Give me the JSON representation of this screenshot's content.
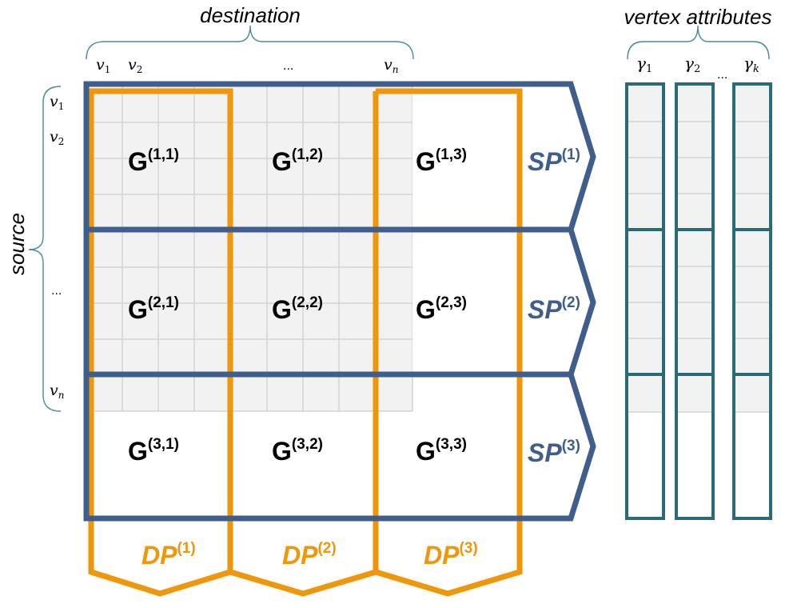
{
  "labels": {
    "destination": "destination",
    "source": "source",
    "vertex_attributes": "vertex attributes",
    "dest_v1": "v",
    "dest_v1_sub": "1",
    "dest_v2": "v",
    "dest_v2_sub": "2",
    "dest_dots": "...",
    "dest_vn": "v",
    "dest_vn_sub": "n",
    "src_v1": "v",
    "src_v1_sub": "1",
    "src_v2": "v",
    "src_v2_sub": "2",
    "src_dots": "...",
    "src_vn": "v",
    "src_vn_sub": "n",
    "gamma1": "γ",
    "gamma1_sub": "1",
    "gamma2": "γ",
    "gamma2_sub": "2",
    "gamma_dots": "...",
    "gammak": "γ",
    "gammak_sub": "k"
  },
  "blocks": [
    {
      "base": "G",
      "sup": "(1,1)"
    },
    {
      "base": "G",
      "sup": "(1,2)"
    },
    {
      "base": "G",
      "sup": "(1,3)"
    },
    {
      "base": "G",
      "sup": "(2,1)"
    },
    {
      "base": "G",
      "sup": "(2,2)"
    },
    {
      "base": "G",
      "sup": "(2,3)"
    },
    {
      "base": "G",
      "sup": "(3,1)"
    },
    {
      "base": "G",
      "sup": "(3,2)"
    },
    {
      "base": "G",
      "sup": "(3,3)"
    }
  ],
  "source_partitions": [
    {
      "base": "SP",
      "sup": "(1)"
    },
    {
      "base": "SP",
      "sup": "(2)"
    },
    {
      "base": "SP",
      "sup": "(3)"
    }
  ],
  "destination_partitions": [
    {
      "base": "DP",
      "sup": "(1)"
    },
    {
      "base": "DP",
      "sup": "(2)"
    },
    {
      "base": "DP",
      "sup": "(3)"
    }
  ],
  "colors": {
    "source_partition": "#3f5e8c",
    "destination_partition": "#f0960a",
    "attribute_column": "#2b6b78",
    "cell_fill": "#f2f2f2",
    "grid": "#d3d3d3",
    "brace": "#4a8a96"
  }
}
